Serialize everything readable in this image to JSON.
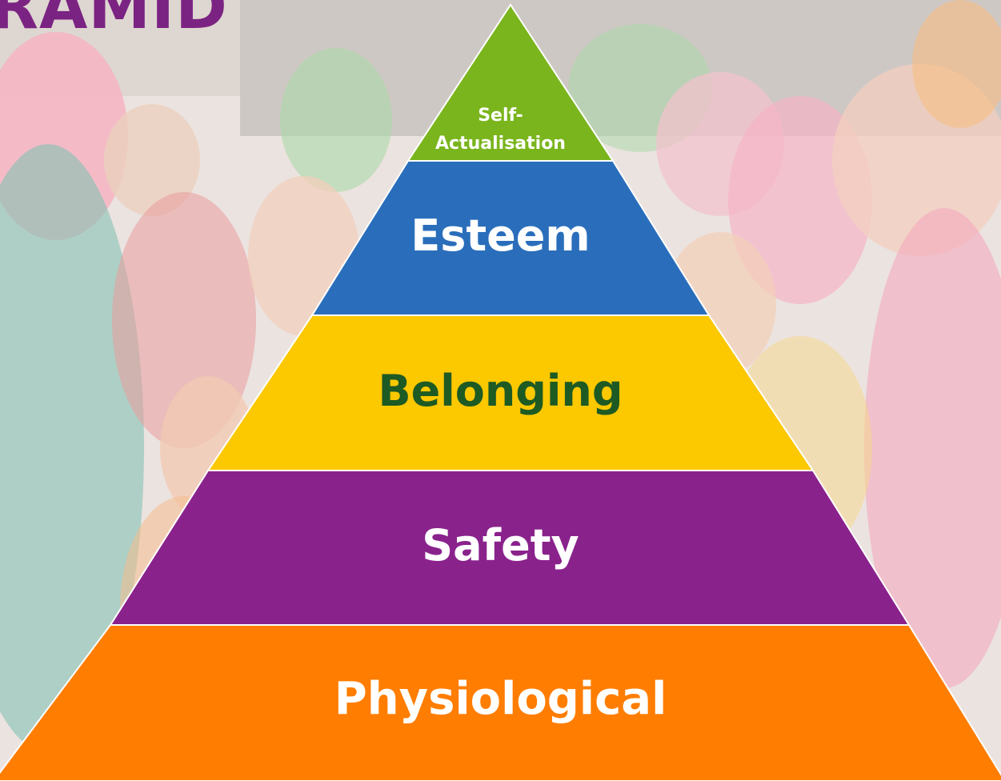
{
  "title": "RAMID",
  "pyramid": {
    "levels": [
      {
        "key": "self",
        "label_line1": "Self-",
        "label_line2": "Actualisation",
        "color": "#7ab51d",
        "text_color": "#ffffff"
      },
      {
        "key": "esteem",
        "label": "Esteem",
        "color": "#2a6ebb",
        "text_color": "#ffffff"
      },
      {
        "key": "belonging",
        "label": "Belonging",
        "color": "#fcc800",
        "text_color": "#1e5a23"
      },
      {
        "key": "safety",
        "label": "Safety",
        "color": "#8a228c",
        "text_color": "#ffffff"
      },
      {
        "key": "physiological",
        "label": "Physiological",
        "color": "#ff7d00",
        "text_color": "#ffffff"
      }
    ]
  },
  "colors": {
    "title": "#7b2382",
    "separator": "#ffffff"
  }
}
